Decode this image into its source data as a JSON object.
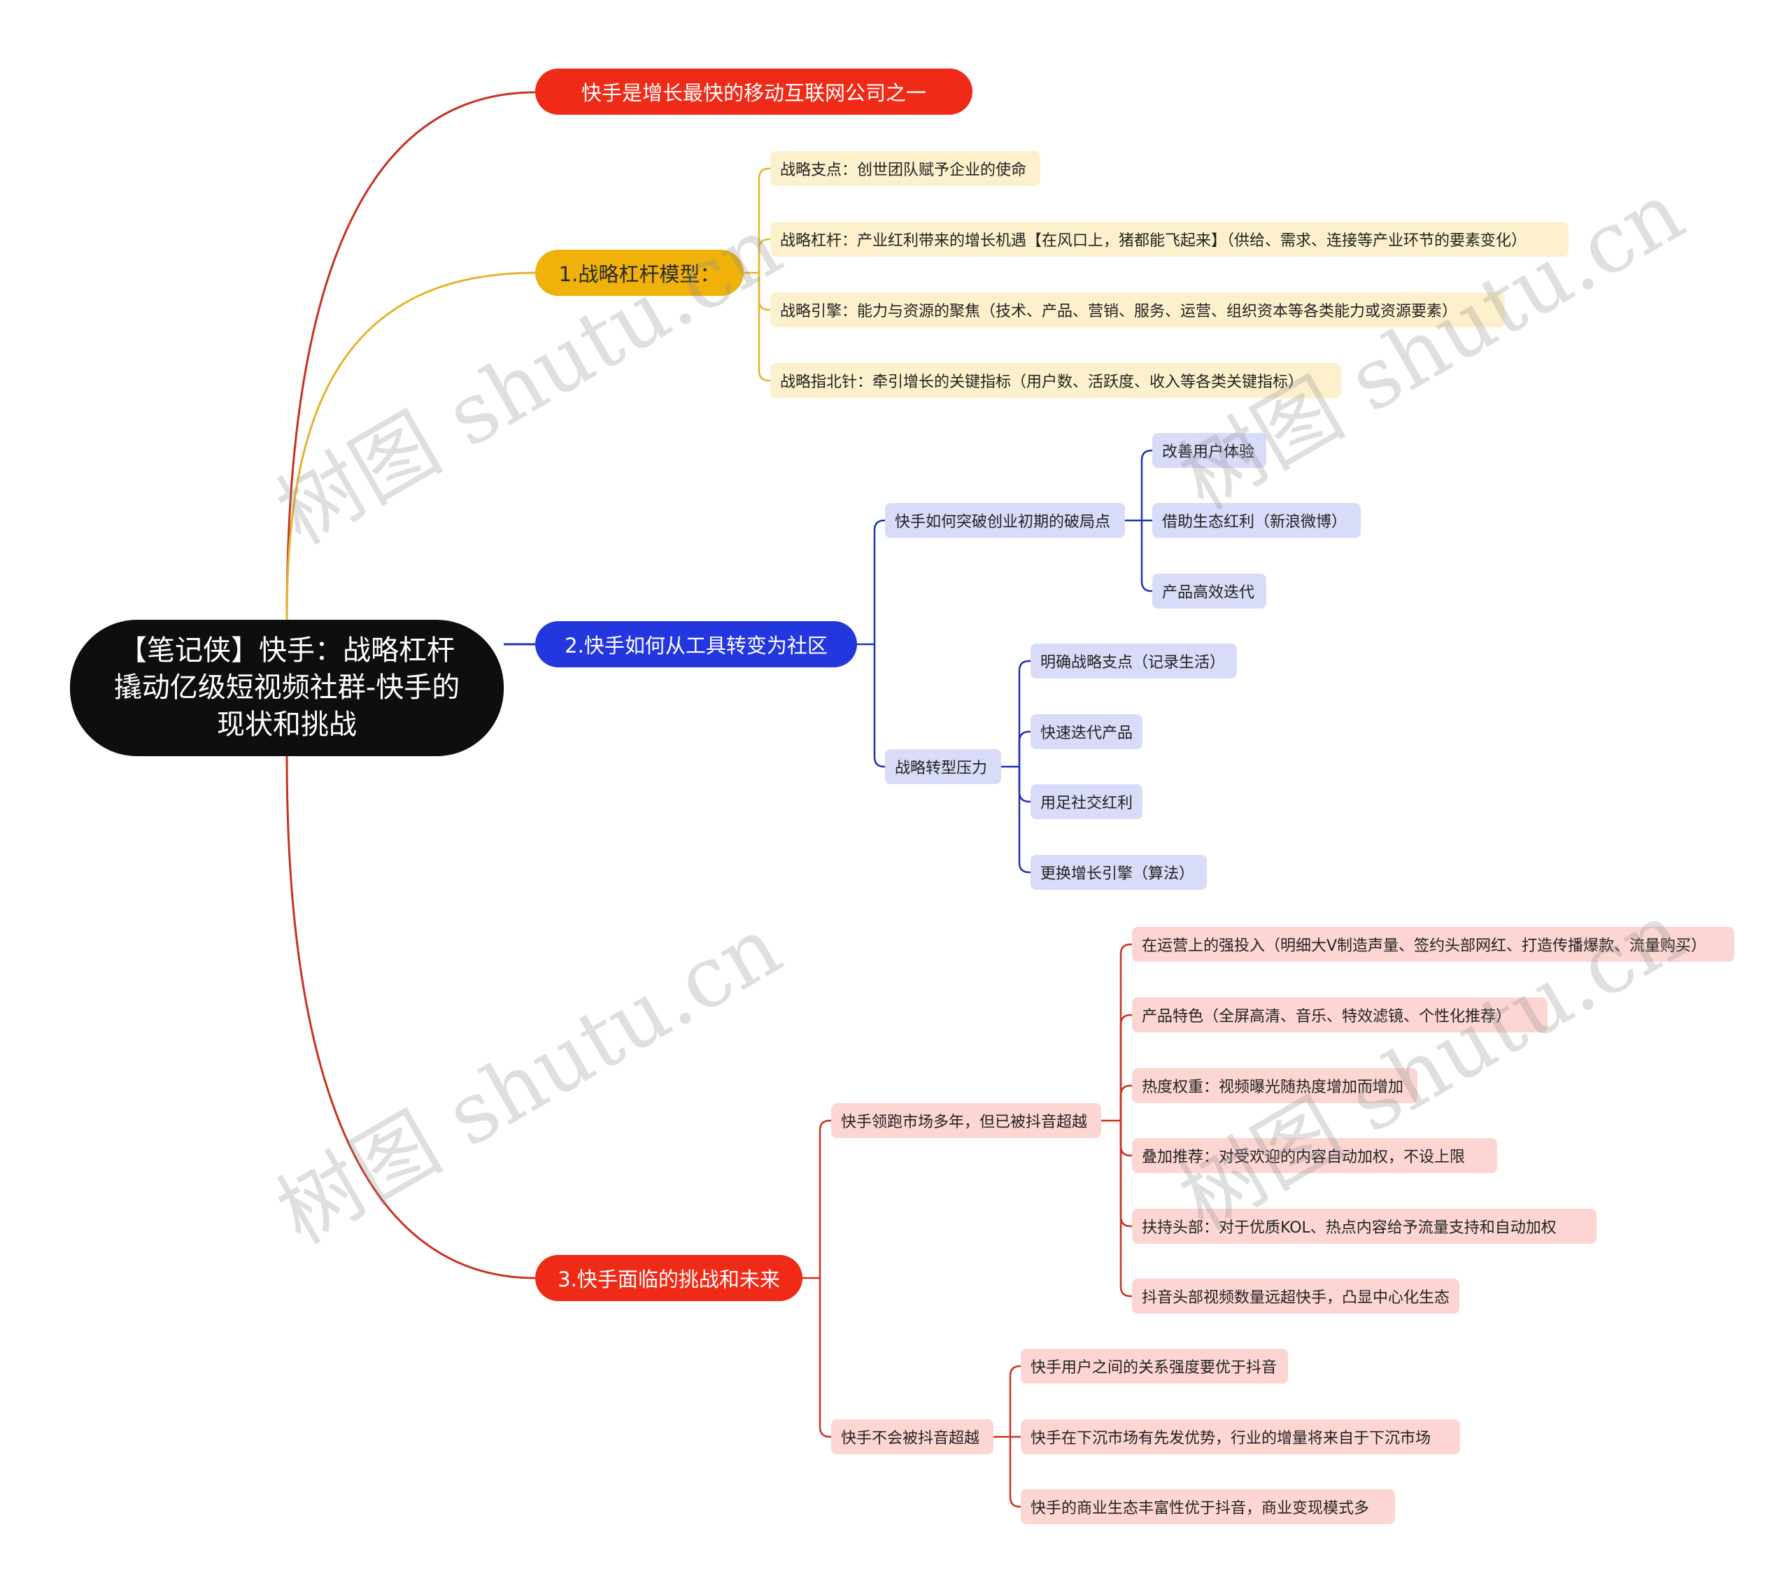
{
  "root": {
    "title": "【笔记侠】快手：战略杠杆撬动亿级短视频社群-快手的现状和挑战"
  },
  "branches": {
    "intro": {
      "label": "快手是增长最快的移动互联网公司之一"
    },
    "strategy_model": {
      "label": "1.战略杠杆模型：",
      "items": [
        "战略支点：创世团队赋予企业的使命",
        "战略杠杆：产业红利带来的增长机遇【在风口上，猪都能飞起来】（供给、需求、连接等产业环节的要素变化）",
        "战略引擎：能力与资源的聚焦（技术、产品、营销、服务、运营、组织资本等各类能力或资源要素）",
        "战略指北针：牵引增长的关键指标（用户数、活跃度、收入等各类关键指标）"
      ]
    },
    "tool_to_community": {
      "label": "2.快手如何从工具转变为社区",
      "breakthrough": {
        "label": "快手如何突破创业初期的破局点",
        "items": [
          "改善用户体验",
          "借助生态红利（新浪微博）",
          "产品高效迭代"
        ]
      },
      "transition_pressure": {
        "label": "战略转型压力",
        "items": [
          "明确战略支点（记录生活）",
          "快速迭代产品",
          "用足社交红利",
          "更换增长引擎（算法）"
        ]
      }
    },
    "challenges": {
      "label": "3.快手面临的挑战和未来",
      "surpassed": {
        "label": "快手领跑市场多年，但已被抖音超越",
        "items": [
          "在运营上的强投入（明细大V制造声量、签约头部网红、打造传播爆款、流量购买）",
          "产品特色（全屏高清、音乐、特效滤镜、个性化推荐）",
          "热度权重：视频曝光随热度增加而增加",
          "叠加推荐：对受欢迎的内容自动加权，不设上限",
          "扶持头部：对于优质KOL、热点内容给予流量支持和自动加权",
          "抖音头部视频数量远超快手，凸显中心化生态"
        ]
      },
      "not_surpassed": {
        "label": "快手不会被抖音超越",
        "items": [
          "快手用户之间的关系强度要优于抖音",
          "快手在下沉市场有先发优势，行业的增量将来自于下沉市场",
          "快手的商业生态丰富性优于抖音，商业变现模式多"
        ]
      }
    }
  },
  "watermarks": [
    "树图 shutu.cn",
    "树图 shutu.cn",
    "树图 shutu.cn",
    "树图 shutu.cn"
  ],
  "colors": {
    "red": "#ef2a17",
    "red_line": "#c8321f",
    "yellow": "#efb10a",
    "yellow_line": "#e3b52b",
    "blue": "#2237dd",
    "blue_line": "#1f33b5",
    "root": "#0e0e0e",
    "leaf_yellow": "#fdf0cc",
    "leaf_blue": "#d9dcf8",
    "leaf_red": "#fdd6d3"
  }
}
